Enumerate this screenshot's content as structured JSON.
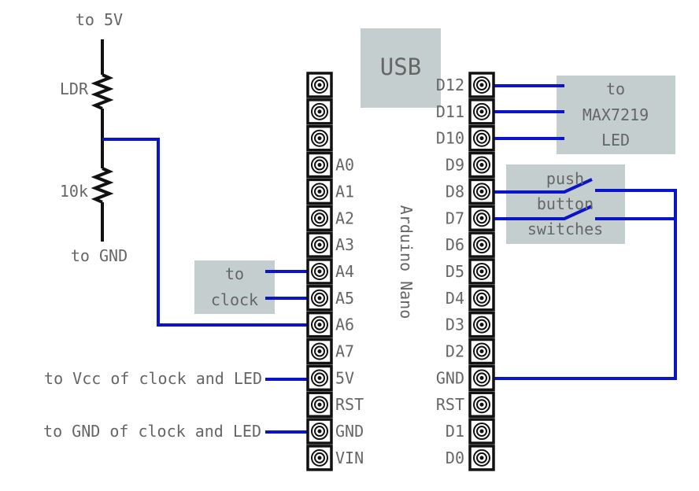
{
  "ldr_circuit": {
    "top_label": "to 5V",
    "ldr_label": "LDR",
    "resistor_label": "10k",
    "bottom_label": "to GND"
  },
  "board": {
    "name": "Arduino Nano",
    "usb_label": "USB",
    "left_pins": [
      "",
      "",
      "",
      "A0",
      "A1",
      "A2",
      "A3",
      "A4",
      "A5",
      "A6",
      "A7",
      "5V",
      "RST",
      "GND",
      "VIN"
    ],
    "right_pins": [
      "D12",
      "D11",
      "D10",
      "D9",
      "D8",
      "D7",
      "D6",
      "D5",
      "D4",
      "D3",
      "D2",
      "GND",
      "RST",
      "D1",
      "D0"
    ]
  },
  "boxes": {
    "clock_lines": [
      "to",
      "clock"
    ],
    "max_lines": [
      "to",
      "MAX7219",
      "LED"
    ],
    "switch_lines": [
      "push",
      "button",
      "switches"
    ]
  },
  "wire_labels": {
    "vcc": "to Vcc of clock and LED",
    "gnd": "to GND of clock and LED"
  },
  "colors": {
    "wire": "#0a14c8",
    "box": "#c5cece",
    "text": "#666666",
    "component": "#111111"
  }
}
